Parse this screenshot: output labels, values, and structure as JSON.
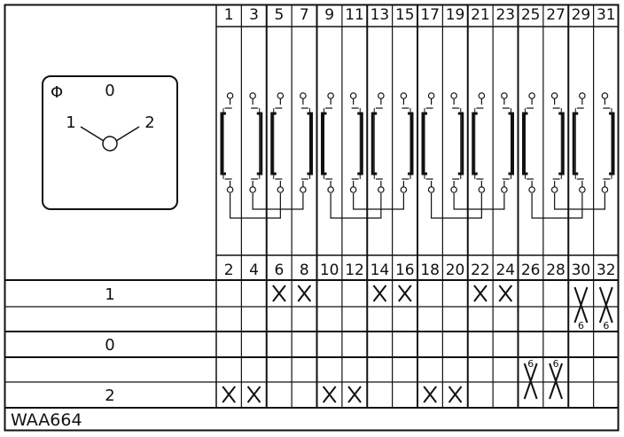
{
  "switch_diagram": {
    "top_terminals": [
      "1",
      "3",
      "5",
      "7",
      "9",
      "11",
      "13",
      "15",
      "17",
      "19",
      "21",
      "23",
      "25",
      "27",
      "29",
      "31"
    ],
    "bottom_terminals": [
      "2",
      "4",
      "6",
      "8",
      "10",
      "12",
      "14",
      "16",
      "18",
      "20",
      "22",
      "24",
      "26",
      "28",
      "30",
      "32"
    ],
    "dial": {
      "symbol": "Φ",
      "positions": [
        "1",
        "0",
        "2"
      ]
    },
    "position_rows": [
      {
        "label": "1",
        "closed": [
          "6",
          "8",
          "14",
          "16",
          "22",
          "24",
          "30",
          "32"
        ],
        "notes": [
          {
            "terminal": "30",
            "text": "6"
          },
          {
            "terminal": "32",
            "text": "6"
          }
        ]
      },
      {
        "label": "0",
        "closed": [],
        "notes": []
      },
      {
        "label": "2",
        "closed": [
          "2",
          "4",
          "10",
          "12",
          "18",
          "20",
          "26",
          "28"
        ],
        "notes": [
          {
            "terminal": "26",
            "text": "6"
          },
          {
            "terminal": "28",
            "text": "6"
          }
        ]
      }
    ],
    "mark": "X",
    "code": "WAA664"
  }
}
